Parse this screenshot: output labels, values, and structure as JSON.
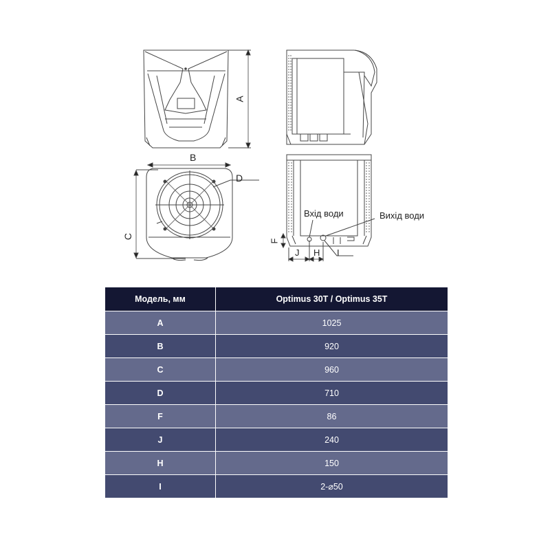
{
  "drawing": {
    "front_view": {
      "dimension_label": "A"
    },
    "side_view": {},
    "top_view": {
      "dimension_labels": {
        "width": "B",
        "depth": "C",
        "fan": "D"
      }
    },
    "rear_view": {
      "dimension_labels": {
        "f": "F",
        "j": "J",
        "h": "H",
        "i": "I"
      },
      "water_inlet_label": "Вхід води",
      "water_outlet_label": "Вихід води"
    }
  },
  "table": {
    "header": {
      "col1": "Модель, мм",
      "col2": "Optimus 30T / Optimus 35T"
    },
    "rows": [
      {
        "key": "A",
        "value": "1025"
      },
      {
        "key": "B",
        "value": "920"
      },
      {
        "key": "C",
        "value": "960"
      },
      {
        "key": "D",
        "value": "710"
      },
      {
        "key": "F",
        "value": "86"
      },
      {
        "key": "J",
        "value": "240"
      },
      {
        "key": "H",
        "value": "150"
      },
      {
        "key": "I",
        "value": "2-⌀50"
      }
    ]
  },
  "colors": {
    "header_bg": "#141733",
    "row_light": "#646a8c",
    "row_dark": "#434a70",
    "text": "#ffffff"
  }
}
